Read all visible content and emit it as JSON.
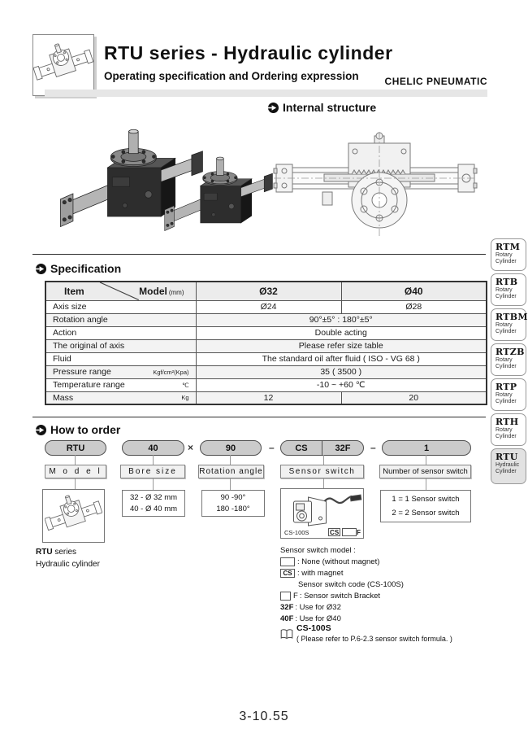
{
  "header": {
    "title": "RTU series  -  Hydraulic cylinder",
    "subtitle": "Operating specification and Ordering expression",
    "brand": "CHELIC PNEUMATIC"
  },
  "sections": {
    "internal_structure": "Internal structure",
    "specification": "Specification",
    "how_to_order": "How to order"
  },
  "icons": {
    "section_marker": "play-icon",
    "reference": "open-book-icon",
    "logo": "cylinder-line-drawing"
  },
  "spec_table": {
    "corner": {
      "item": "Item",
      "model": "Model",
      "model_unit": "(mm)"
    },
    "columns": [
      "Ø32",
      "Ø40"
    ],
    "rows": [
      {
        "item": "Axis size",
        "unit": "",
        "v32": "Ø24",
        "v40": "Ø28"
      },
      {
        "item": "Rotation angle",
        "unit": "",
        "value": "90°±5° : 180°±5°"
      },
      {
        "item": "Action",
        "unit": "",
        "value": "Double acting"
      },
      {
        "item": "The original of axis",
        "unit": "",
        "value": "Please refer size table"
      },
      {
        "item": "Fluid",
        "unit": "",
        "value": "The standard oil after fluid  ( ISO - VG 68 )"
      },
      {
        "item": "Pressure range",
        "unit": "Kgf/cm²(Kpa)",
        "value": "35 ( 3500 )"
      },
      {
        "item": "Temperature range",
        "unit": "℃",
        "value": "-10 ~ +60 ℃"
      },
      {
        "item": "Mass",
        "unit": "Kg",
        "v32": "12",
        "v40": "20"
      }
    ]
  },
  "order": {
    "pills": {
      "model": "RTU",
      "bore": "40",
      "rotation": "90",
      "sensor_left": "CS",
      "sensor_right": "32F",
      "number": "1"
    },
    "separators": {
      "times": "×",
      "dash1": "–",
      "dash2": "–"
    },
    "labels": {
      "model": "M o d e l",
      "bore": "Bore size",
      "rotation": "Rotation angle",
      "sensor": "Sensor switch",
      "number": "Number of sensor switch"
    },
    "model_caption": {
      "bold": "RTU",
      "rest": " series",
      "line2": "Hydraulic cylinder"
    },
    "bore_options": [
      "32 - Ø 32 mm",
      "40 - Ø 40 mm"
    ],
    "rotation_options": [
      "90 -90°",
      "180 -180°"
    ],
    "number_options": [
      "1 = 1 Sensor switch",
      "2 = 2 Sensor switch"
    ],
    "sensor_box": {
      "model_label": "CS-100S",
      "tag_cs": "CS",
      "tag_f": "F"
    },
    "notes": {
      "title": "Sensor switch model :",
      "none_label": ": None (without magnet)",
      "cs_code": "CS",
      "cs_label": ": with magnet",
      "cs_sub": "Sensor switch code (CS-100S)",
      "bracket_code": "F",
      "bracket_label": ": Sensor switch Bracket",
      "f32_code": "32F",
      "f32_label": ": Use for Ø32",
      "f40_code": "40F",
      "f40_label": ": Use for Ø40"
    },
    "reference": {
      "title": "CS-100S",
      "note": "( Please refer to P.6-2.3 sensor switch formula. )"
    }
  },
  "sidebar": {
    "tabs": [
      {
        "code": "RTM",
        "line1": "Rotary",
        "line2": "Cylinder"
      },
      {
        "code": "RTB",
        "line1": "Rotary",
        "line2": "Cylinder"
      },
      {
        "code": "RTBM",
        "line1": "Rotary",
        "line2": "Cylinder"
      },
      {
        "code": "RTZB",
        "line1": "Rotary",
        "line2": "Cylinder"
      },
      {
        "code": "RTP",
        "line1": "Rotary",
        "line2": "Cylinder"
      },
      {
        "code": "RTH",
        "line1": "Rotary",
        "line2": "Cylinder"
      },
      {
        "code": "RTU",
        "line1": "Hydraulic",
        "line2": "Cylinder"
      }
    ]
  },
  "footer": {
    "page": "3-10.55"
  },
  "colors": {
    "pill_bg": "#cbcbcb",
    "tab_active_bg": "#e2e2e2",
    "divider_band": "#e6e6e6",
    "table_header_bg": "#ececec",
    "table_alt_row_bg": "#f3f3f3"
  }
}
